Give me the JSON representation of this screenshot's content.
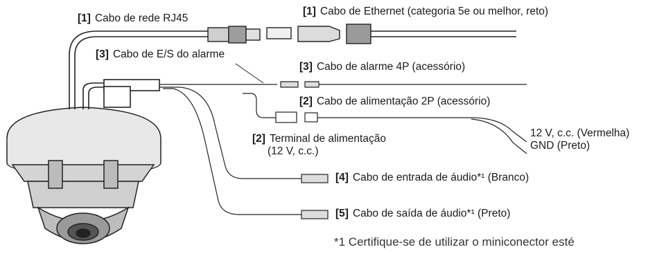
{
  "labels": {
    "rj45": {
      "num": "[1]",
      "text": "Cabo de rede RJ45"
    },
    "ethernet": {
      "num": "[1]",
      "text": "Cabo de Ethernet (categoria 5e ou melhor, reto)"
    },
    "alarm_io": {
      "num": "[3]",
      "text": "Cabo de E/S do alarme"
    },
    "alarm_4p": {
      "num": "[3]",
      "text": "Cabo de alarme 4P (acessório)"
    },
    "power_2p": {
      "num": "[2]",
      "text": "Cabo de alimentação 2P (acessório)"
    },
    "power_term": {
      "num": "[2]",
      "text": "Terminal de alimentação",
      "line2": "(12 V, c.c.)"
    },
    "v12": {
      "text": "12 V, c.c. (Vermelha)"
    },
    "gnd": {
      "text": "GND (Preto)"
    },
    "audio_in": {
      "num": "[4]",
      "text": "Cabo de entrada de áudio*¹ (Branco)"
    },
    "audio_out": {
      "num": "[5]",
      "text": "Cabo de saída de áudio*¹ (Preto)"
    }
  },
  "footnote": "*1  Certifique-se de utilizar o miniconector esté"
}
